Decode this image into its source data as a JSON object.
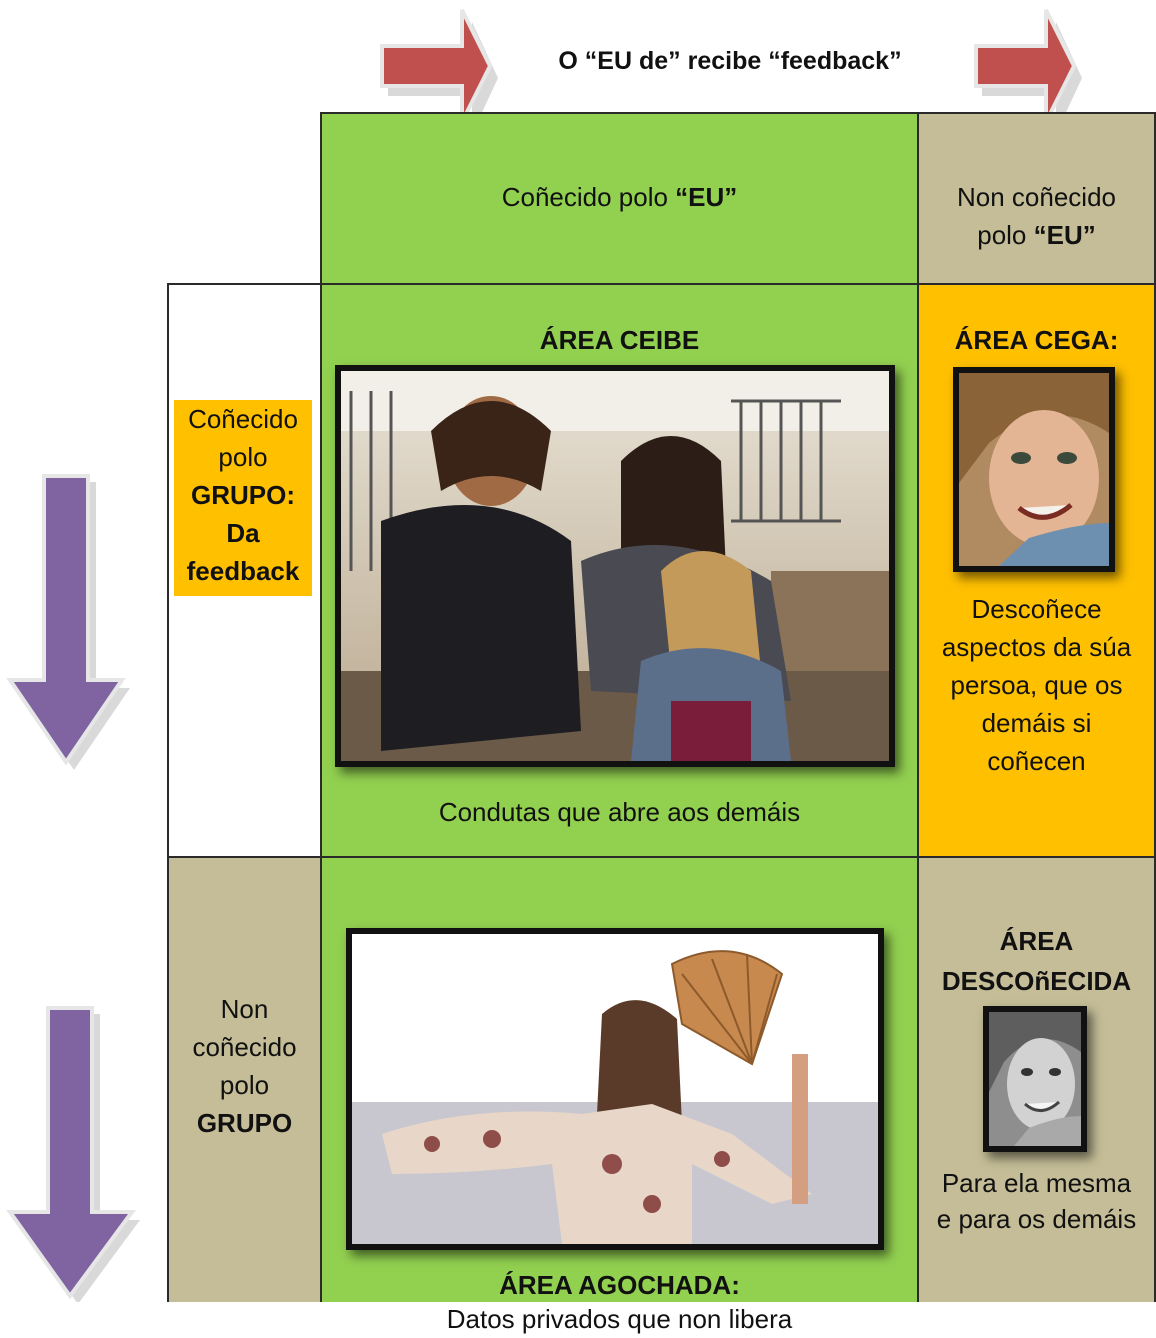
{
  "colors": {
    "green": "#92d050",
    "tan": "#c4bd97",
    "orange": "#ffc000",
    "red_arrow": "#c0504d",
    "purple_arrow": "#8064a2"
  },
  "header": {
    "title": "O “EU de” recibe “feedback”"
  },
  "columns": {
    "known_self": {
      "text": "Coñecido polo ",
      "bold": "“EU”"
    },
    "unknown_self": {
      "line1": "Non coñecido",
      "line2": "polo ",
      "bold": "“EU”"
    }
  },
  "rows": {
    "known_group": {
      "line1": "Coñecido",
      "line2": "polo",
      "line3": "GRUPO:",
      "line4": "Da",
      "line5": "feedback"
    },
    "unknown_group": {
      "line1": "Non",
      "line2": "coñecido",
      "line3": "polo",
      "line4": "GRUPO"
    }
  },
  "areas": {
    "ceibe": {
      "title": "ÁREA CEIBE",
      "caption": "Condutas que abre aos demáis"
    },
    "cega": {
      "title": "ÁREA CEGA:",
      "desc_lines": [
        "Descoñece",
        "aspectos da súa",
        "persoa, que os",
        "demáis si",
        "coñecen"
      ]
    },
    "agochada": {
      "title": "ÁREA AGOCHADA:",
      "caption": "Datos privados que non libera"
    },
    "descoñecida": {
      "title1": "ÁREA",
      "title2": "DESCOñECIDA",
      "desc1": "Para ela mesma",
      "desc2": "e para os demáis"
    }
  }
}
